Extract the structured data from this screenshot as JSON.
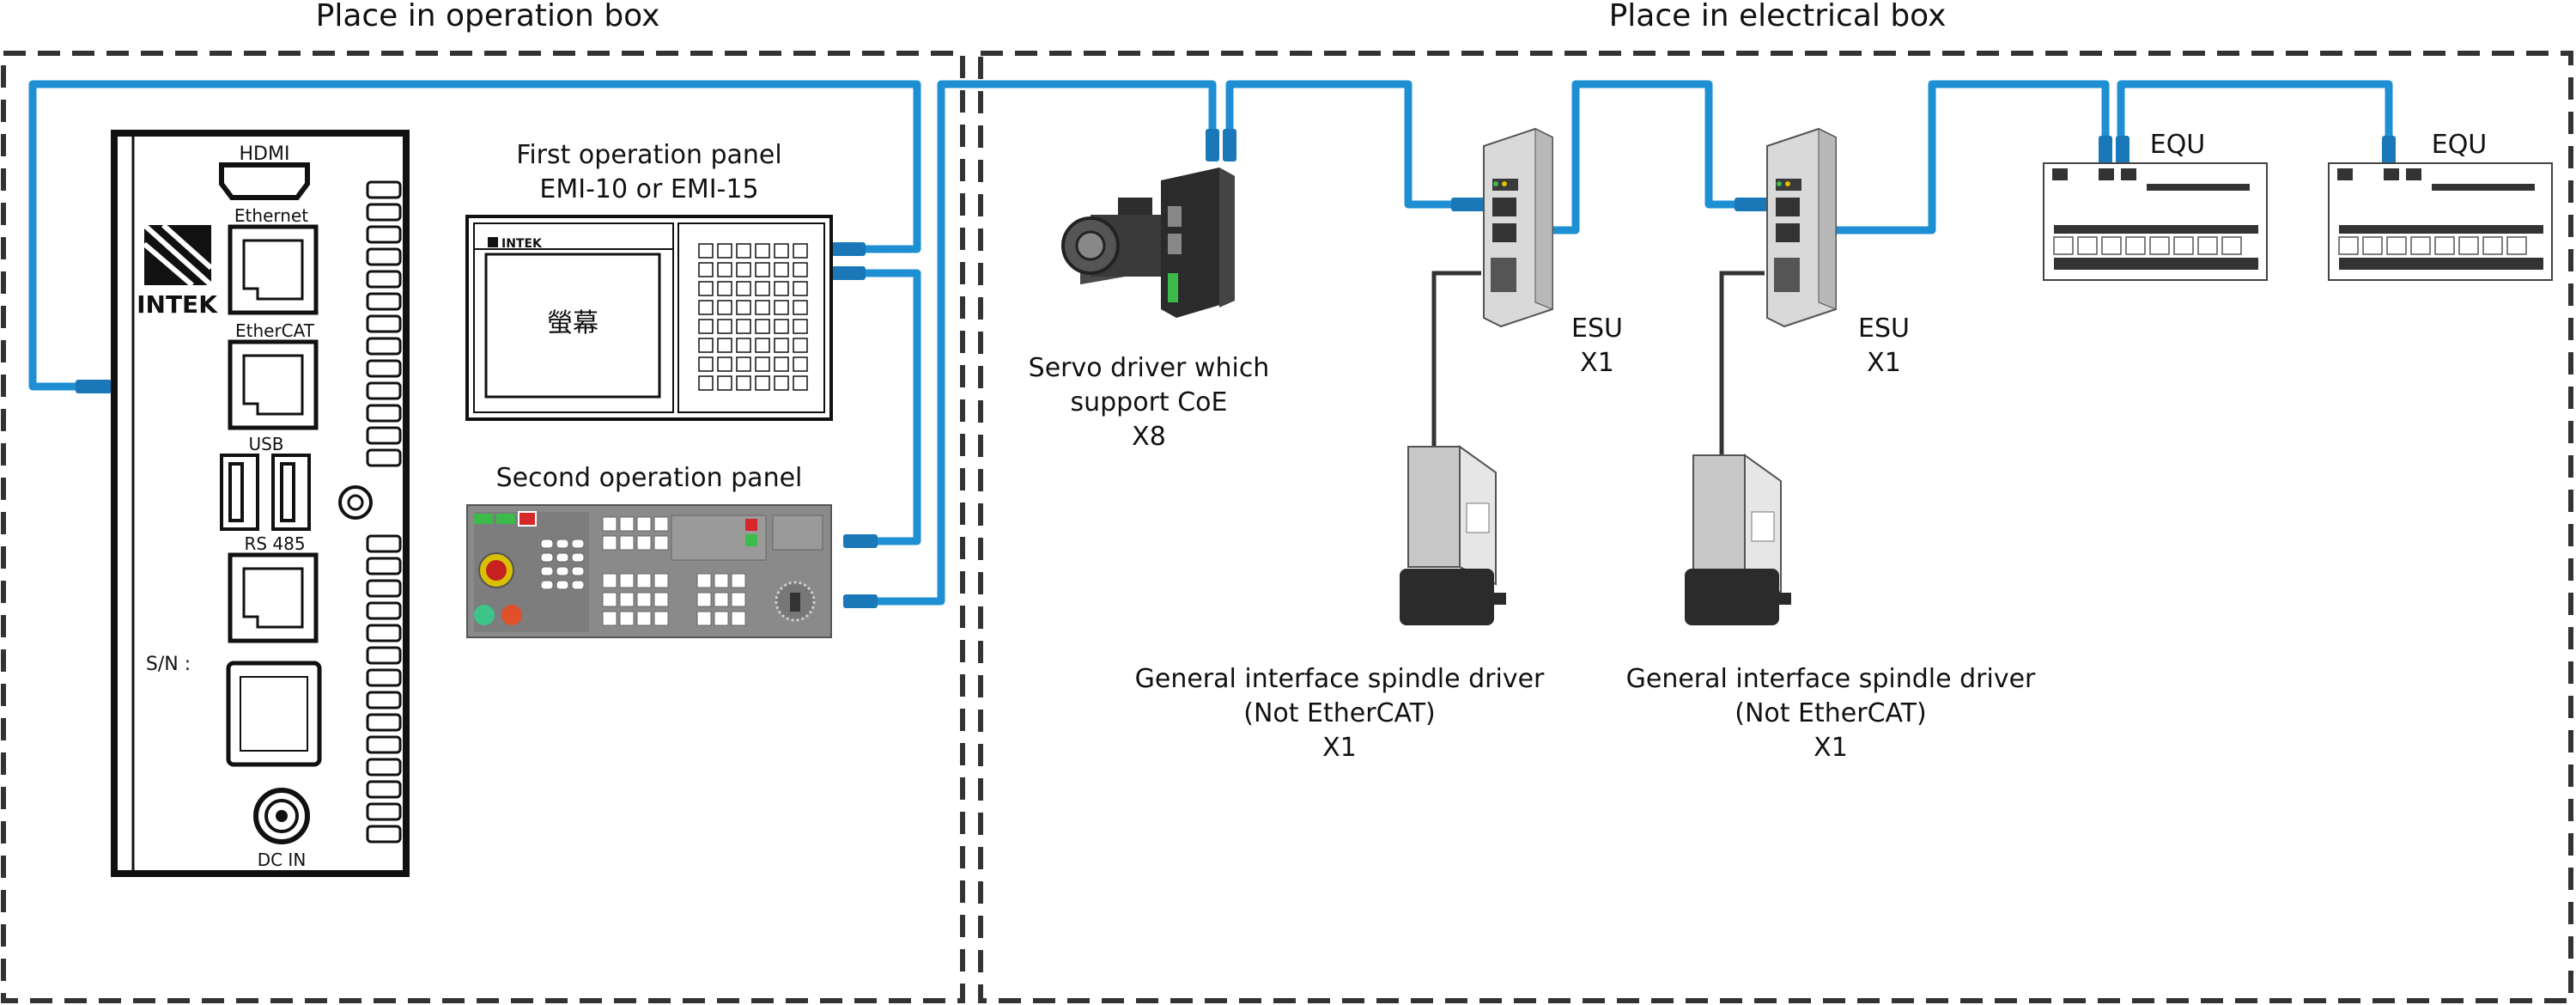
{
  "sections": {
    "operation": {
      "title": "Place in operation box"
    },
    "electrical": {
      "title": "Place in electrical box"
    }
  },
  "controller": {
    "brand": "INTEK",
    "ports": {
      "hdmi": "HDMI",
      "ethernet": "Ethernet",
      "ethercat": "EtherCAT",
      "usb": "USB",
      "rs485": "RS 485",
      "sn": "S/N :",
      "dcin": "DC IN"
    }
  },
  "panel1": {
    "label_line1": "First operation panel",
    "label_line2": "EMI-10 or EMI-15",
    "brand": "INTEK",
    "screen_text": "螢幕"
  },
  "panel2": {
    "label": "Second operation panel"
  },
  "servo": {
    "label_line1": "Servo driver which",
    "label_line2": "support CoE",
    "count": "X8"
  },
  "esu1": {
    "name": "ESU",
    "count": "X1"
  },
  "esu2": {
    "name": "ESU",
    "count": "X1"
  },
  "equ1": {
    "name": "EQU"
  },
  "equ2": {
    "name": "EQU"
  },
  "spindle1": {
    "label_line1": "General interface spindle driver",
    "label_line2": "(Not EtherCAT)",
    "count": "X1"
  },
  "spindle2": {
    "label_line1": "General interface spindle driver",
    "label_line2": "(Not EtherCAT)",
    "count": "X1"
  },
  "colors": {
    "cable": "#1f8fd4",
    "connector": "#1b78b8",
    "box_border": "#333333",
    "device_dark": "#2b2b2b",
    "panel_gray": "#8a8a8a"
  }
}
